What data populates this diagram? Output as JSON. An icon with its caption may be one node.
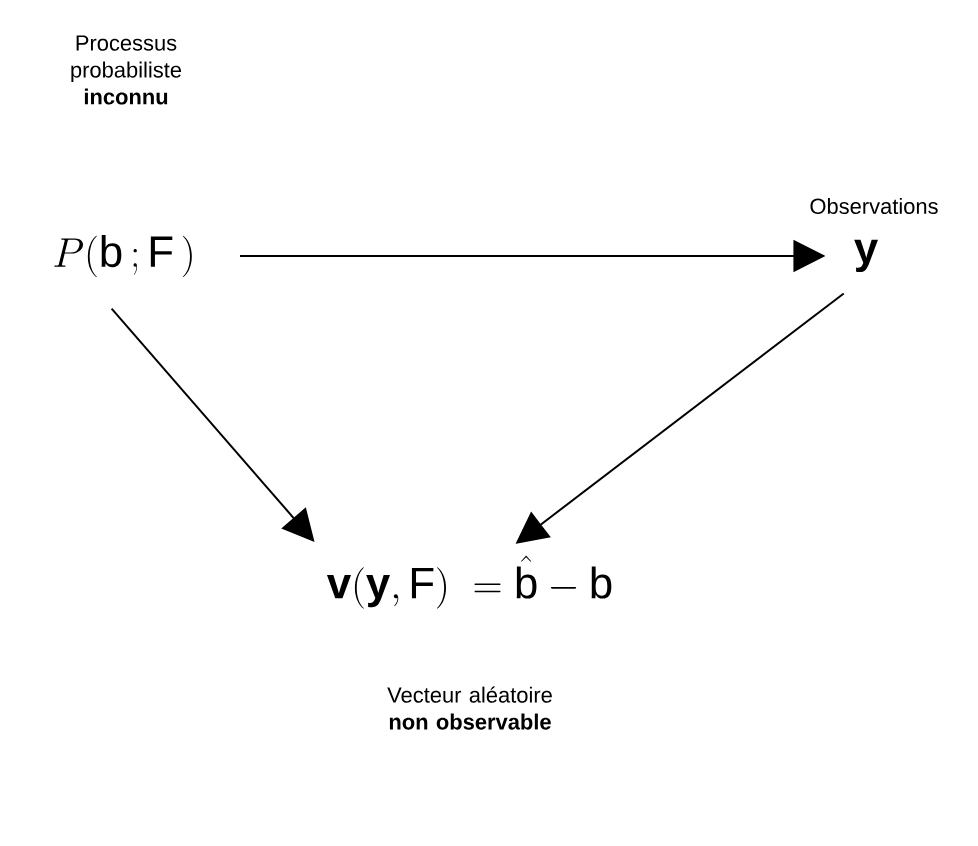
{
  "diagram": {
    "nodes": [
      {
        "text": [
          "Processus probabiliste **inconnu**",
          "P(\\mathrm{b}\\,;\\mathrm{F}\\,)"
        ]
      },
      {
        "text": [
          "Observations",
          "\\mathbf{y}"
        ]
      },
      {
        "text": [
          "\\mathbf{v}(\\mathbf{y},\\mathrm{F})\\;=\\hat{\\mathrm{b}}-\\mathrm{b}",
          "Vecteur aléatoire **non observable**"
        ]
      }
    ],
    "edges": [
      {
        "from": 0,
        "to": 1,
        "arrow": "to"
      },
      {
        "from": 0,
        "to": 2,
        "arrow": "to"
      },
      {
        "from": 1,
        "to": 2,
        "arrow": "to"
      }
    ]
  }
}
